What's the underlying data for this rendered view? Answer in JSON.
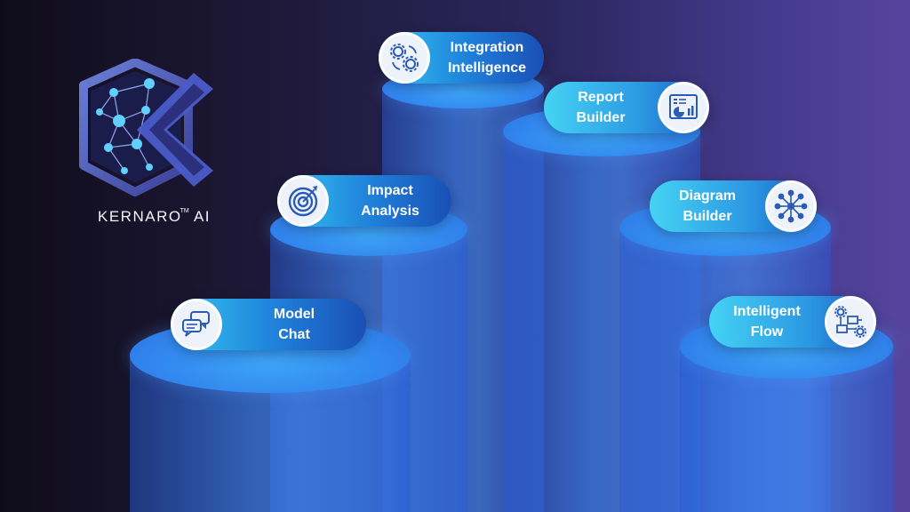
{
  "brand": {
    "name": "KERNARO",
    "trademark": "TM",
    "suffix": " AI"
  },
  "features": [
    {
      "key": "model-chat",
      "line1": "Model",
      "line2": "Chat",
      "icon": "chat-bubbles-icon"
    },
    {
      "key": "impact-analysis",
      "line1": "Impact",
      "line2": "Analysis",
      "icon": "target-icon"
    },
    {
      "key": "integration-intelligence",
      "line1": "Integration",
      "line2": "Intelligence",
      "icon": "gears-sync-icon"
    },
    {
      "key": "report-builder",
      "line1": "Report",
      "line2": "Builder",
      "icon": "report-chart-icon"
    },
    {
      "key": "diagram-builder",
      "line1": "Diagram",
      "line2": "Builder",
      "icon": "network-diagram-icon"
    },
    {
      "key": "intelligent-flow",
      "line1": "Intelligent",
      "line2": "Flow",
      "icon": "flow-gears-icon"
    }
  ],
  "colors": {
    "background_left": "#0f0c1a",
    "background_right": "#56459e",
    "cylinder": "#3288ee",
    "pill_light": "#35c6f2",
    "pill_dark": "#1a4fb6"
  }
}
